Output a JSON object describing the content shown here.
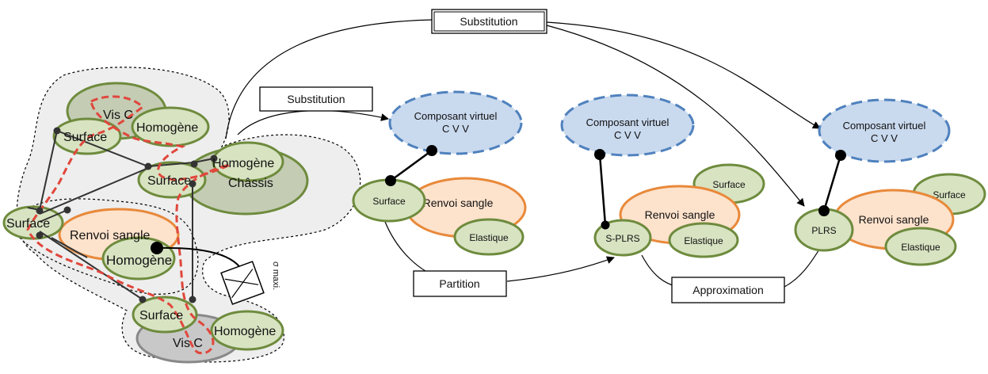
{
  "left_assembly": {
    "vis_top": "Vis C",
    "homogene_top": "Homogène",
    "surface_top": "Surface",
    "surface_mid": "Surface",
    "homogene_chassis": "Homogène",
    "chassis": "Châssis",
    "surface_left": "Surface",
    "renvoi_sangle": "Renvoi sangle",
    "homogene_center": "Homogène",
    "sigma_label": "σ maxi.",
    "surface_bottom": "Surface",
    "homogene_bottom": "Homogène",
    "vis_bottom": "Vis C"
  },
  "op_labels": {
    "substitution_top": "Substitution",
    "substitution_mid": "Substitution",
    "partition": "Partition",
    "approximation": "Approximation"
  },
  "group1": {
    "virtual_line1": "Composant virtuel",
    "virtual_line2": "C V V",
    "surface": "Surface",
    "renvoi": "Renvoi sangle",
    "elastique": "Elastique"
  },
  "group2": {
    "virtual_line1": "Composant virtuel",
    "virtual_line2": "C V V",
    "surface": "Surface",
    "renvoi": "Renvoi sangle",
    "splrs": "S-PLRS",
    "elastique": "Elastique"
  },
  "group3": {
    "virtual_line1": "Composant virtuel",
    "virtual_line2": "C V V",
    "surface": "Surface",
    "renvoi": "Renvoi sangle",
    "plrs": "PLRS",
    "elastique": "Elastique"
  },
  "colors": {
    "green_fill": "#d8e3c2",
    "green_stroke": "#6e8b3d",
    "orange_fill": "#fde2cc",
    "orange_stroke": "#e8893a",
    "blue_fill": "#c9d9ee",
    "blue_stroke": "#4f81bd",
    "red_path": "#e0473c",
    "dark_green_fill": "#c4ccb4",
    "gray_fill": "#c8c8c8"
  }
}
